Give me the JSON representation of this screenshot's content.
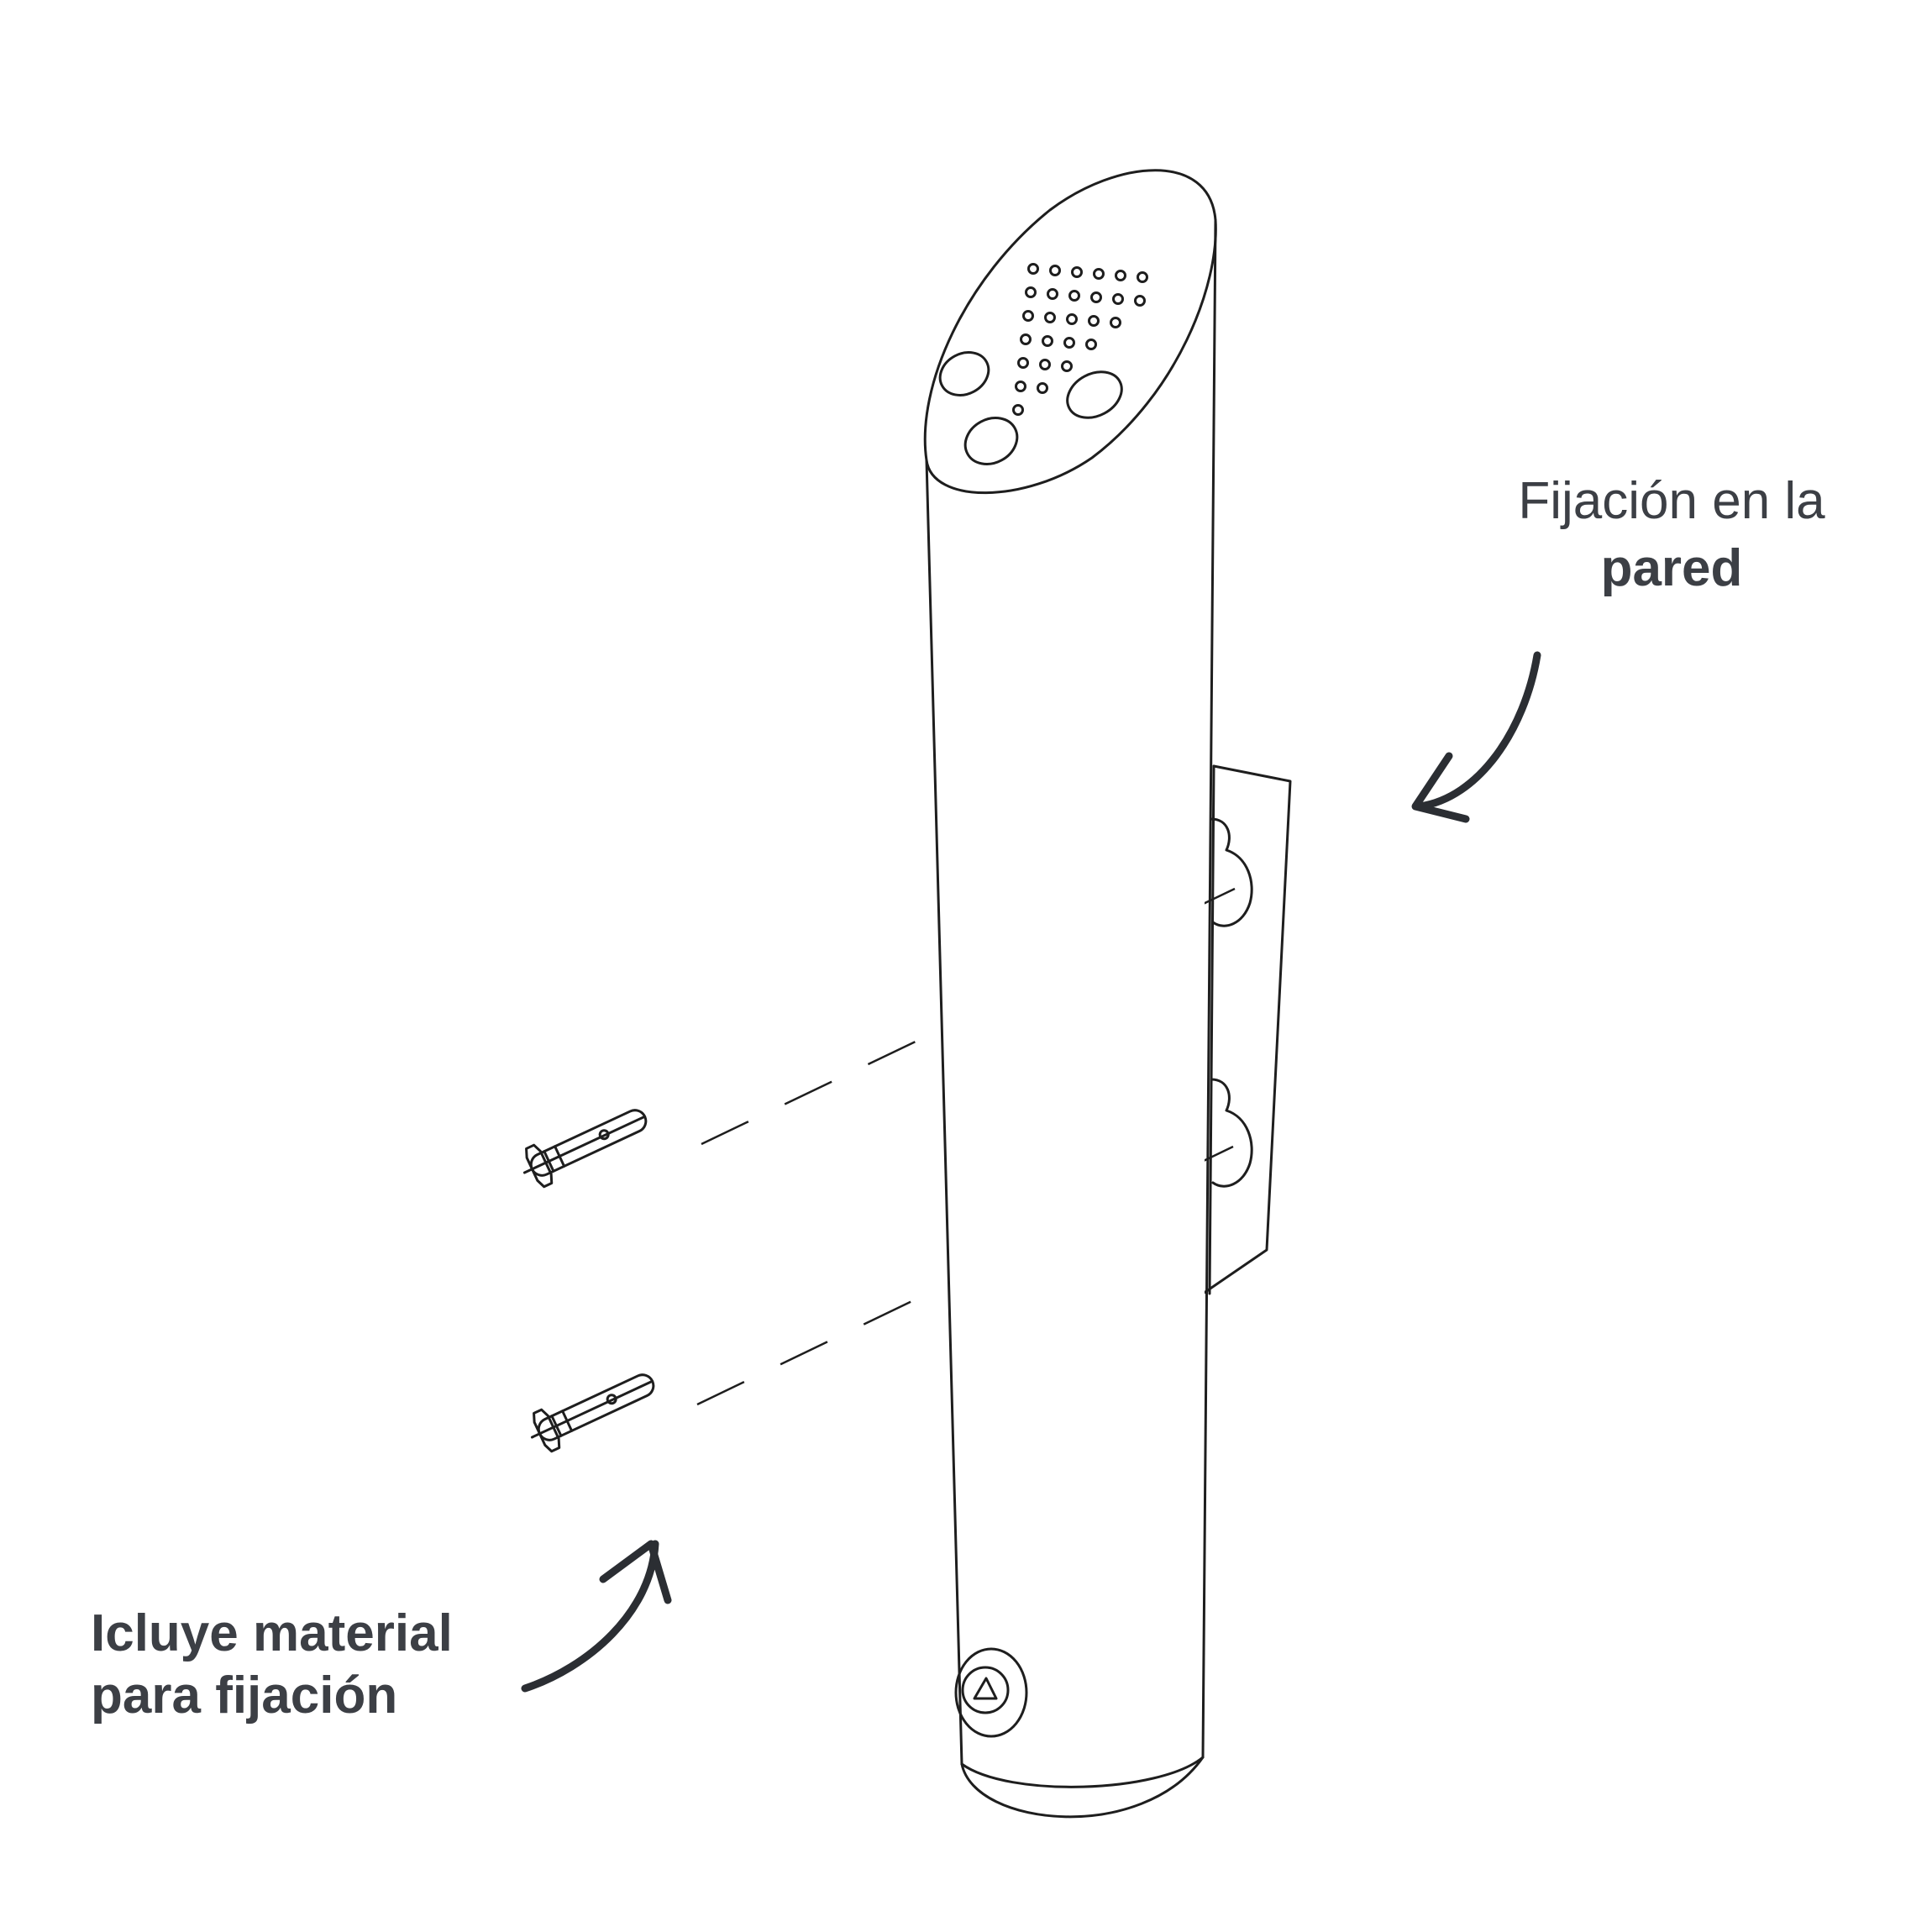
{
  "labels": {
    "wall_fixing_line1": "Fijación en la",
    "wall_fixing_line2": "pared",
    "includes_line1": "Icluye material",
    "includes_line2": "para fijación"
  },
  "colors": {
    "text": "#3c3f45",
    "line": "#1e1e1e",
    "background": "#ffffff"
  }
}
